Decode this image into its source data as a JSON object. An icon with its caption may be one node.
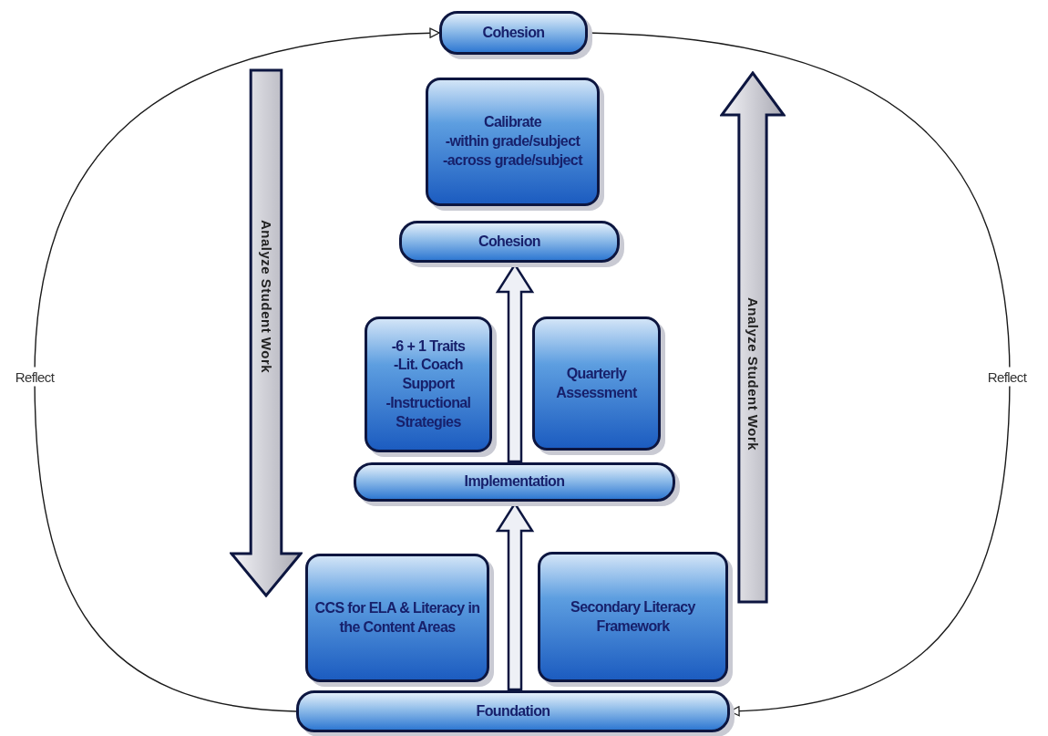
{
  "diagram": {
    "nodes": [
      {
        "text": [
          "Cohesion"
        ]
      },
      {
        "text": [
          "Calibrate",
          "-within grade/subject",
          "-across grade/subject"
        ]
      },
      {
        "text": [
          "Cohesion"
        ]
      },
      {
        "text": [
          "-6 + 1 Traits",
          "-Lit. Coach Support",
          "-Instructional Strategies"
        ]
      },
      {
        "text": [
          "Quarterly Assessment"
        ]
      },
      {
        "text": [
          "Implementation"
        ]
      },
      {
        "text": [
          "CCS for ELA & Literacy in the Content Areas"
        ]
      },
      {
        "text": [
          "Secondary Literacy Framework"
        ]
      },
      {
        "text": [
          "Foundation"
        ]
      },
      {
        "text": [
          "Analyze Student Work"
        ]
      },
      {
        "text": [
          "Analyze Student Work"
        ]
      }
    ],
    "edges": [
      {
        "from": 8,
        "to": 0,
        "arrow": "to",
        "label": "Reflect"
      },
      {
        "from": 0,
        "to": 8,
        "arrow": "to",
        "label": "Reflect"
      },
      {
        "from": 5,
        "to": 2,
        "arrow": "to"
      },
      {
        "from": 8,
        "to": 5,
        "arrow": "to"
      }
    ]
  }
}
